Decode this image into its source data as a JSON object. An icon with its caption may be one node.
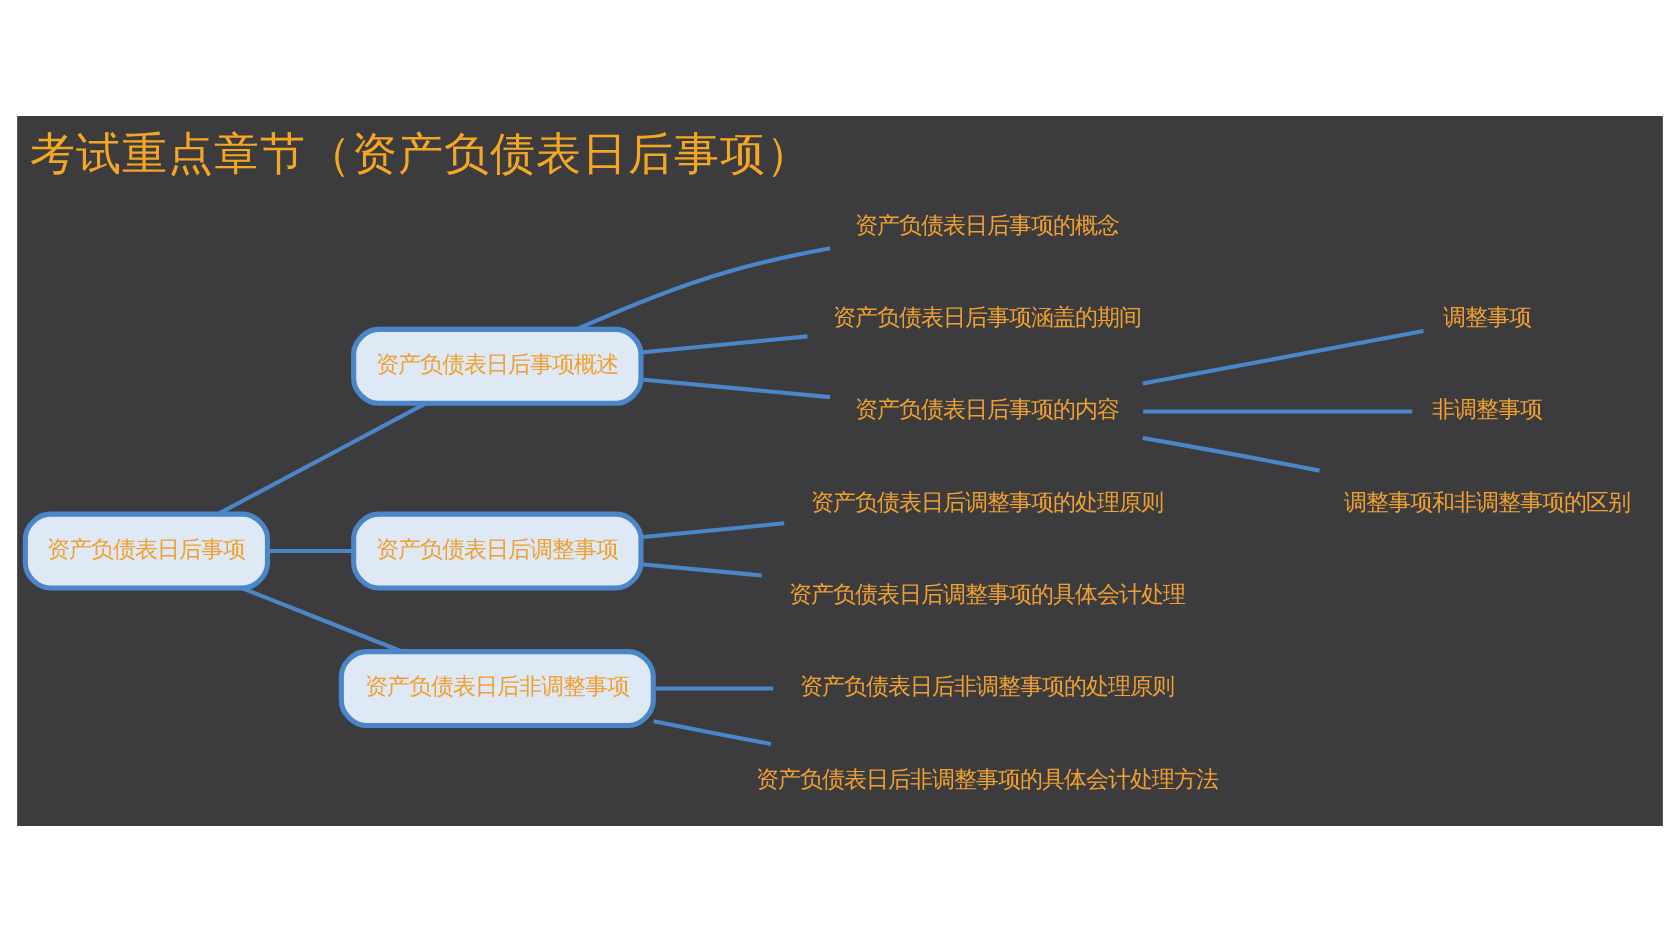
{
  "diagram": {
    "title": "考试重点章节（资产负债表日后事项）",
    "nodes": [
      {
        "text": [
          "资产负债表日后事项"
        ]
      },
      {
        "text": [
          "资产负债表日后事项概述"
        ]
      },
      {
        "text": [
          "资产负债表日后调整事项"
        ]
      },
      {
        "text": [
          "资产负债表日后非调整事项"
        ]
      },
      {
        "text": [
          "资产负债表日后事项的概念"
        ]
      },
      {
        "text": [
          "资产负债表日后事项涵盖的期间"
        ]
      },
      {
        "text": [
          "资产负债表日后事项的内容"
        ]
      },
      {
        "text": [
          "调整事项"
        ]
      },
      {
        "text": [
          "非调整事项"
        ]
      },
      {
        "text": [
          "调整事项和非调整事项的区别"
        ]
      },
      {
        "text": [
          "资产负债表日后调整事项的处理原则"
        ]
      },
      {
        "text": [
          "资产负债表日后调整事项的具体会计处理"
        ]
      },
      {
        "text": [
          "资产负债表日后非调整事项的处理原则"
        ]
      },
      {
        "text": [
          "资产负债表日后非调整事项的具体会计处理方法"
        ]
      }
    ],
    "edges": [
      {
        "from": 0,
        "to": 1,
        "arrow": "none"
      },
      {
        "from": 0,
        "to": 2,
        "arrow": "none"
      },
      {
        "from": 0,
        "to": 3,
        "arrow": "none"
      },
      {
        "from": 1,
        "to": 4,
        "arrow": "none"
      },
      {
        "from": 1,
        "to": 5,
        "arrow": "none"
      },
      {
        "from": 1,
        "to": 6,
        "arrow": "none"
      },
      {
        "from": 6,
        "to": 7,
        "arrow": "none"
      },
      {
        "from": 6,
        "to": 8,
        "arrow": "none"
      },
      {
        "from": 6,
        "to": 9,
        "arrow": "none"
      },
      {
        "from": 2,
        "to": 10,
        "arrow": "none"
      },
      {
        "from": 2,
        "to": 11,
        "arrow": "none"
      },
      {
        "from": 3,
        "to": 12,
        "arrow": "none"
      },
      {
        "from": 3,
        "to": 13,
        "arrow": "none"
      }
    ]
  }
}
